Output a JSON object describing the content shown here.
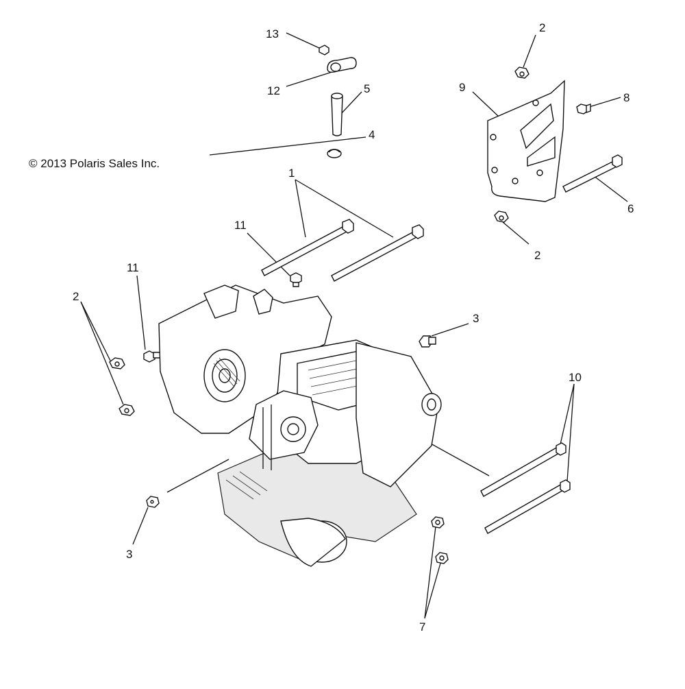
{
  "copyright": "© 2013 Polaris Sales Inc.",
  "callouts": {
    "c1": "1",
    "c2a": "2",
    "c2b": "2",
    "c2c": "2",
    "c3a": "3",
    "c3b": "3",
    "c4": "4",
    "c5": "5",
    "c6": "6",
    "c7": "7",
    "c8": "8",
    "c9": "9",
    "c10": "10",
    "c11a": "11",
    "c11b": "11",
    "c12": "12",
    "c13": "13"
  }
}
